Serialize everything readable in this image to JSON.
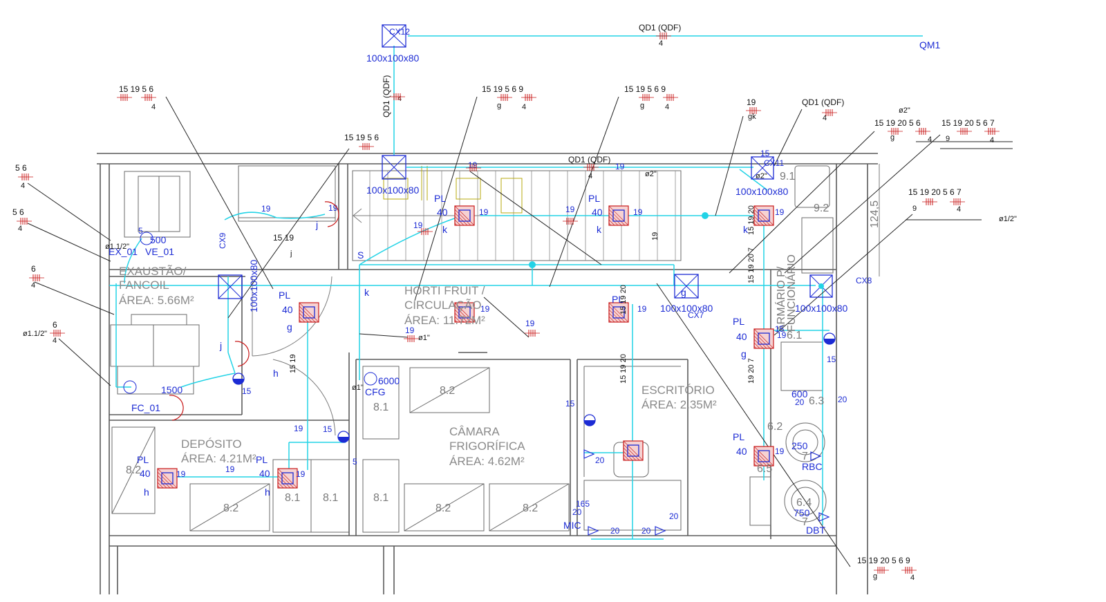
{
  "rooms": {
    "exaustao": {
      "name1": "EXAUSTÃO/",
      "name2": "FANCOIL",
      "area": "ÁREA: 5.66M²"
    },
    "hortifruit": {
      "name1": "HORTI FRUIT /",
      "name2": "CIRCULAÇÃO",
      "area": "ÁREA: 11.72M²"
    },
    "deposito": {
      "name1": "DEPÓSITO",
      "area": "ÁREA: 4.21M²"
    },
    "camara": {
      "name1": "CÂMARA",
      "name2": "FRIGORÍFICA",
      "area": "ÁREA: 4.62M²"
    },
    "escritorio": {
      "name1": "ESCRITÓRIO",
      "area": "ÁREA: 2.35M²"
    },
    "armario": {
      "name1": "ARMÁRIO P/",
      "name2": "FUNCIONÁRIO"
    }
  },
  "boxes": {
    "cx12": "CX12",
    "cx12_size": "100x100x80",
    "cx9": "CX9",
    "cx9_size": "100x100x80",
    "cx11": "CX11",
    "cx11_size": "100x100x80",
    "cx10_size": "100x100x80",
    "cx7": "CX7",
    "cx7_size": "100x100x80",
    "cx8": "CX8",
    "cx8_size": "100x100x80"
  },
  "panels": {
    "qm1": "QM1",
    "qd1": "QD1 (QDF)",
    "qd1_count": "4"
  },
  "equipment": {
    "fc01": "FC_01",
    "fc_power": "1500",
    "ex01": "EX_01",
    "ve01": "VE_01",
    "ex_power": "500",
    "cfg": "CFG",
    "cfg_power": "6000",
    "rbc": "RBC",
    "dbt": "DBT",
    "mic": "MIC",
    "dbt_power": "750",
    "rbc_power": "250",
    "armario_power": "600"
  },
  "fixtures": {
    "pl": "PL",
    "pl_watt": "40"
  },
  "tags": {
    "t82": "8.2",
    "t81": "8.1",
    "t91": "9.1",
    "t92": "9.2",
    "t61": "6.1",
    "t62": "6.2",
    "t63": "6.3",
    "t64": "6.4",
    "t65": "6.5",
    "t7": "7"
  },
  "dimension": "124,5",
  "conduits": {
    "d2": "ø2\"",
    "d1": "ø1\"",
    "d1_2": "ø1/2\"",
    "d11_2": "ø1.1/2\"",
    "d1_1_2": "ø1.1/2\""
  },
  "circuit_groups": {
    "g1": {
      "nums": "15 19   5     6",
      "count": "4"
    },
    "g2": {
      "nums": "15  19    5     6     9",
      "letter": "g",
      "count": "4"
    },
    "g3": {
      "nums": "15  19    5     6     9",
      "letter": "g",
      "count": "4"
    },
    "g4": {
      "nums": "19",
      "letter": "gk"
    },
    "g5": {
      "nums": "15  19   20   5     6",
      "letter": "g",
      "count": "4"
    },
    "g6": {
      "nums": "15 19 20   5     6     7",
      "sub": "9",
      "count": "4"
    },
    "g7": {
      "nums": "15 19 20   5     6     7",
      "sub": "9",
      "count": "4"
    },
    "g8": {
      "nums": "15  19   20    5     6     9",
      "letter": "g",
      "count": "4"
    },
    "g9": {
      "nums": "5   6",
      "count": "4"
    },
    "g10": {
      "nums": "5   6",
      "count": "4"
    },
    "g11": {
      "nums": "6",
      "count": "4"
    },
    "g12": {
      "nums": "6",
      "count": "4"
    },
    "g13": {
      "nums": "15  19   5     6"
    },
    "g14": {
      "nums": "15 19",
      "letter": "j"
    }
  },
  "switch_letters": {
    "g": "g",
    "h": "h",
    "j": "j",
    "k": "k",
    "s": "S"
  }
}
